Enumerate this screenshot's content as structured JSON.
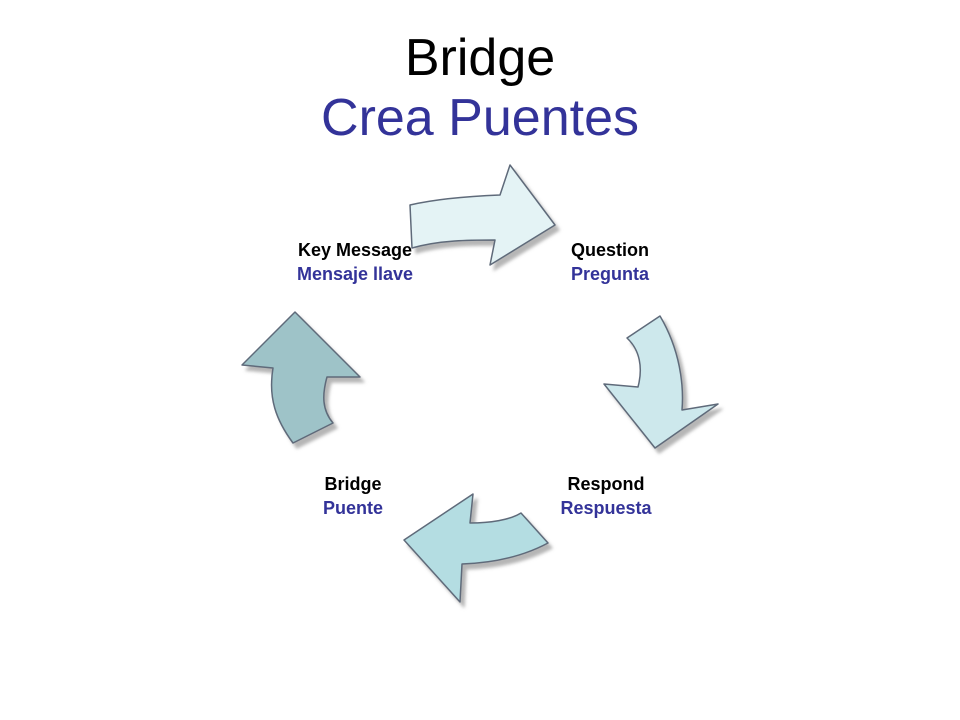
{
  "title": {
    "english": "Bridge",
    "spanish": "Crea Puentes"
  },
  "steps": [
    {
      "english": "Question",
      "spanish": "Pregunta"
    },
    {
      "english": "Respond",
      "spanish": "Respuesta"
    },
    {
      "english": "Bridge",
      "spanish": "Puente"
    },
    {
      "english": "Key Message",
      "spanish": "Mensaje llave"
    }
  ],
  "colors": {
    "title_english": "#000000",
    "title_spanish": "#333399",
    "arrow_top": "#e4f3f5",
    "arrow_right": "#cde8ec",
    "arrow_bottom": "#b4dde2",
    "arrow_left": "#9ec3c8",
    "arrow_outline": "#5f6b7a"
  }
}
